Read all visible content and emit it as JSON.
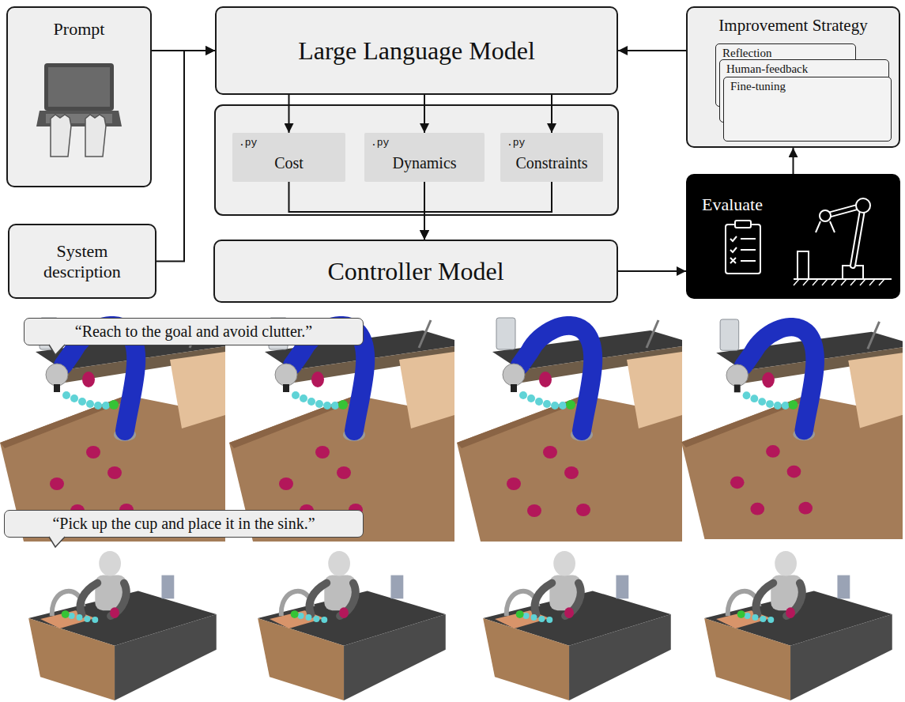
{
  "diagram": {
    "nodes": [
      {
        "text": [
          "Prompt"
        ]
      },
      {
        "text": [
          "Large Language Model"
        ]
      },
      {
        "text": [
          "Improvement Strategy"
        ]
      },
      {
        "text": [
          "Reflection"
        ],
        "in": 2
      },
      {
        "text": [
          "Human-feedback"
        ],
        "in": 2
      },
      {
        "text": [
          "Fine-tuning"
        ],
        "in": 2
      },
      {
        "text": [
          ".py",
          "Cost"
        ]
      },
      {
        "text": [
          ".py",
          "Dynamics"
        ]
      },
      {
        "text": [
          ".py",
          "Constraints"
        ]
      },
      {
        "text": [
          "Evaluate"
        ]
      },
      {
        "text": [
          "System description"
        ]
      },
      {
        "text": [
          "Controller Model"
        ]
      },
      {
        "text": [
          "“Reach to the goal and avoid clutter.”"
        ]
      },
      {
        "text": [
          "“Pick up the cup and place it in the sink.”"
        ]
      }
    ],
    "edges": [
      {
        "from": 0,
        "to": 1,
        "arrow": "to"
      },
      {
        "from": 10,
        "to": 1,
        "arrow": "to"
      },
      {
        "from": 1,
        "to": 6,
        "arrow": "to"
      },
      {
        "from": 1,
        "to": 7,
        "arrow": "to"
      },
      {
        "from": 1,
        "to": 8,
        "arrow": "to"
      },
      {
        "from": 6,
        "to": 11,
        "arrow": "to"
      },
      {
        "from": 7,
        "to": 11,
        "arrow": "to"
      },
      {
        "from": 8,
        "to": 11,
        "arrow": "to"
      },
      {
        "from": 11,
        "to": 9,
        "arrow": "to"
      },
      {
        "from": 9,
        "to": 2,
        "arrow": "to"
      },
      {
        "from": 2,
        "to": 1,
        "arrow": "to"
      }
    ]
  }
}
